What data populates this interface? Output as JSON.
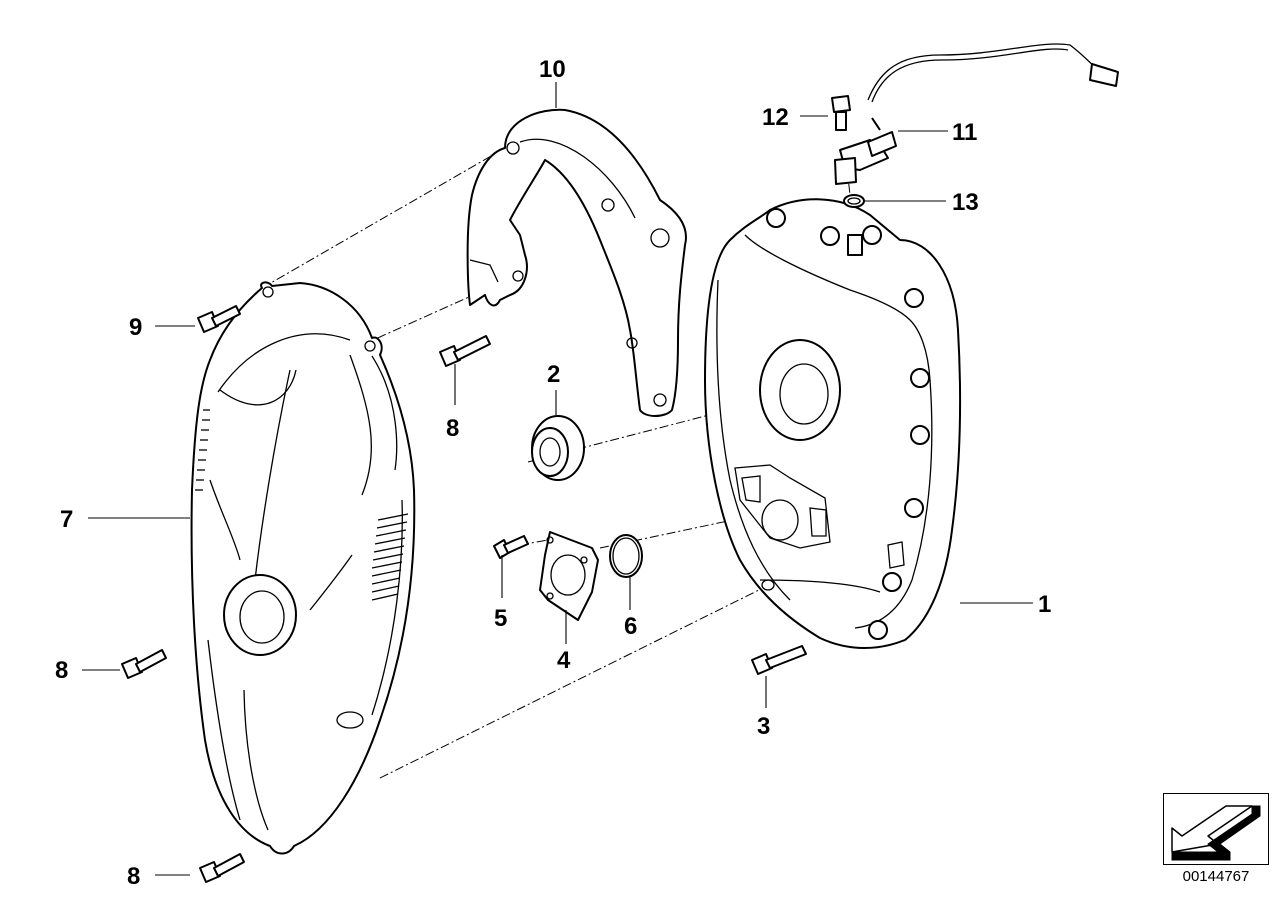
{
  "callouts": {
    "c1": "1",
    "c2": "2",
    "c3": "3",
    "c4": "4",
    "c5": "5",
    "c6": "6",
    "c7": "7",
    "c8a": "8",
    "c8b": "8",
    "c8c": "8",
    "c9": "9",
    "c10": "10",
    "c11": "11",
    "c12": "12",
    "c13": "13"
  },
  "reference_number": "00144767",
  "icons": {
    "orientation": "direction-arrow-icon"
  }
}
